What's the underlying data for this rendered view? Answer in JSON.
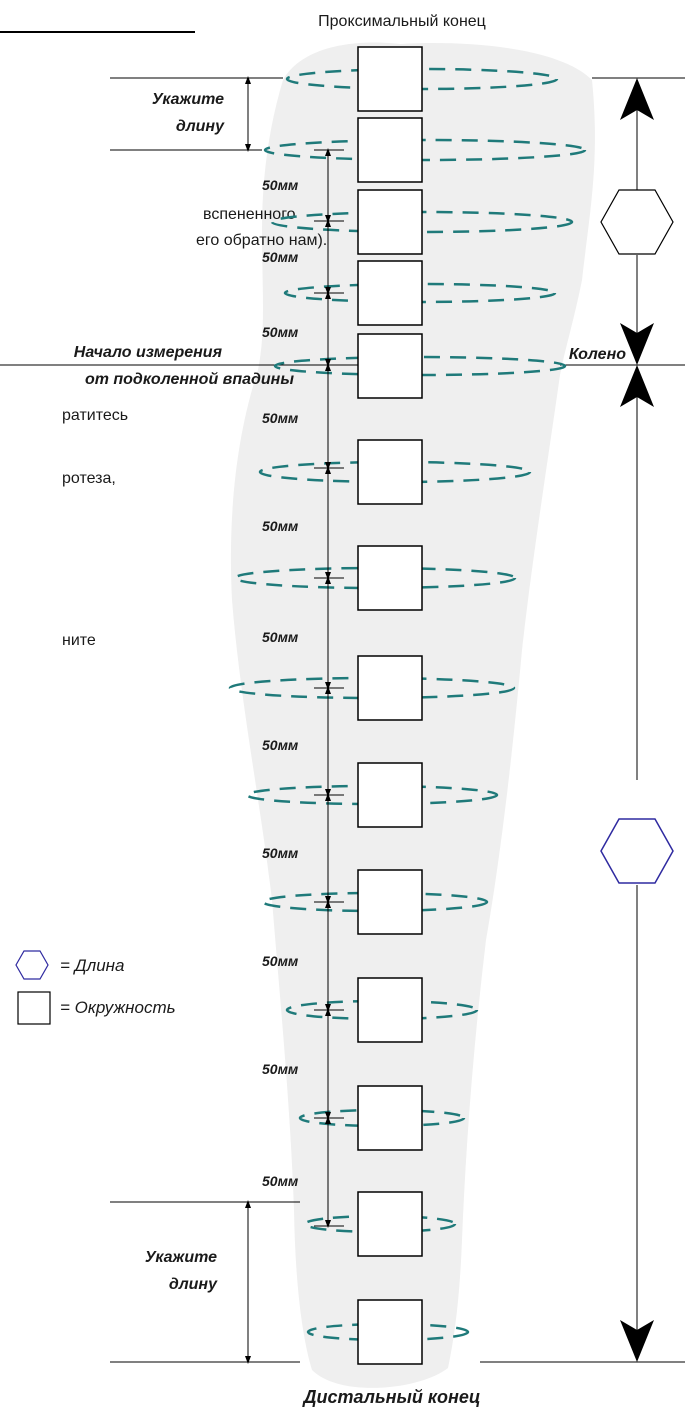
{
  "labels": {
    "proximal_end": "Проксимальный конец",
    "distal_end": "Дистальный конец",
    "specify_length_line1": "Укажите",
    "specify_length_line2": "длину",
    "start_measure_line1": "Начало измерения",
    "start_measure_line2": "от подколенной впадины",
    "knee": "Колено",
    "interval": "50мм"
  },
  "left_text_fragments": [
    "вспененного",
    "его обратно нам).",
    "ратитесь",
    "ротеза,",
    "ните"
  ],
  "legend": {
    "length_label": "= Длина",
    "circumference_label": "= Окружность"
  },
  "colors": {
    "ring": "#1f7a7a",
    "hexagon_blue": "#2f2aa0",
    "leg_fill": "#efefef",
    "line": "#000000"
  },
  "icons": {
    "length_symbol": "hexagon-icon",
    "circumference_symbol": "square-icon"
  }
}
